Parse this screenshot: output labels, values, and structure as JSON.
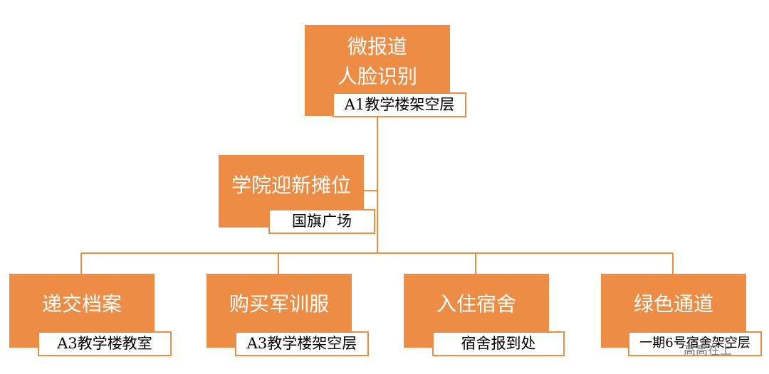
{
  "colors": {
    "box": "#ED8C45",
    "line": "#ED8C45"
  },
  "root": {
    "line1": "微报道",
    "line2": "人脸识别",
    "location": "A1教学楼架空层"
  },
  "middle": {
    "title": "学院迎新摊位",
    "location": "国旗广场"
  },
  "leaves": [
    {
      "title": "递交档案",
      "location": "A3教学楼教室"
    },
    {
      "title": "购买军训服",
      "location": "A3教学楼架空层"
    },
    {
      "title": "入住宿舍",
      "location": "宿舍报到处"
    },
    {
      "title": "绿色通道",
      "location": "一期6号宿舍架空层"
    }
  ],
  "watermark": "高高在上"
}
